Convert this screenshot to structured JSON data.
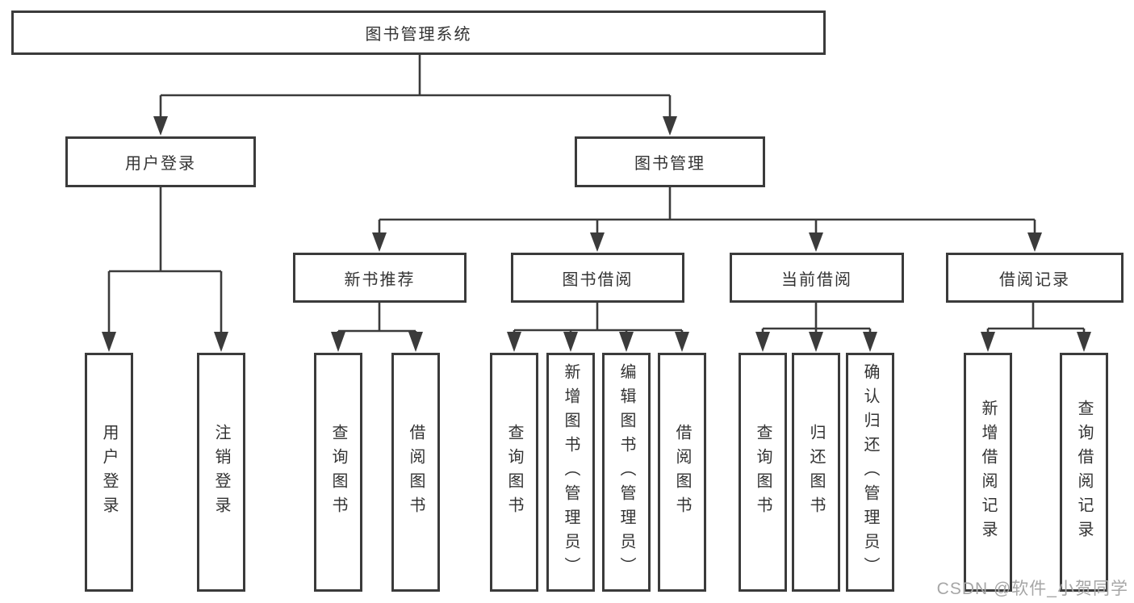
{
  "diagram": {
    "root": {
      "label": "图书管理系统"
    },
    "branches": [
      {
        "label": "用户登录",
        "leaves": [
          {
            "label": "用户登录"
          },
          {
            "label": "注销登录"
          }
        ]
      },
      {
        "label": "图书管理",
        "sections": [
          {
            "label": "新书推荐",
            "leaves": [
              {
                "label": "查询图书"
              },
              {
                "label": "借阅图书"
              }
            ]
          },
          {
            "label": "图书借阅",
            "leaves": [
              {
                "label": "查询图书"
              },
              {
                "label": "新增图书（管理员）"
              },
              {
                "label": "编辑图书（管理员）"
              },
              {
                "label": "借阅图书"
              }
            ]
          },
          {
            "label": "当前借阅",
            "leaves": [
              {
                "label": "查询图书"
              },
              {
                "label": "归还图书"
              },
              {
                "label": "确认归还（管理员）"
              }
            ]
          },
          {
            "label": "借阅记录",
            "leaves": [
              {
                "label": "新增借阅记录"
              },
              {
                "label": "查询借阅记录"
              }
            ]
          }
        ]
      }
    ],
    "watermark": "CSDN @软件_小贺同学",
    "colors": {
      "line": "#3b3b3b",
      "text": "#333333",
      "watermark": "#a6a6a6",
      "background": "#ffffff"
    }
  }
}
